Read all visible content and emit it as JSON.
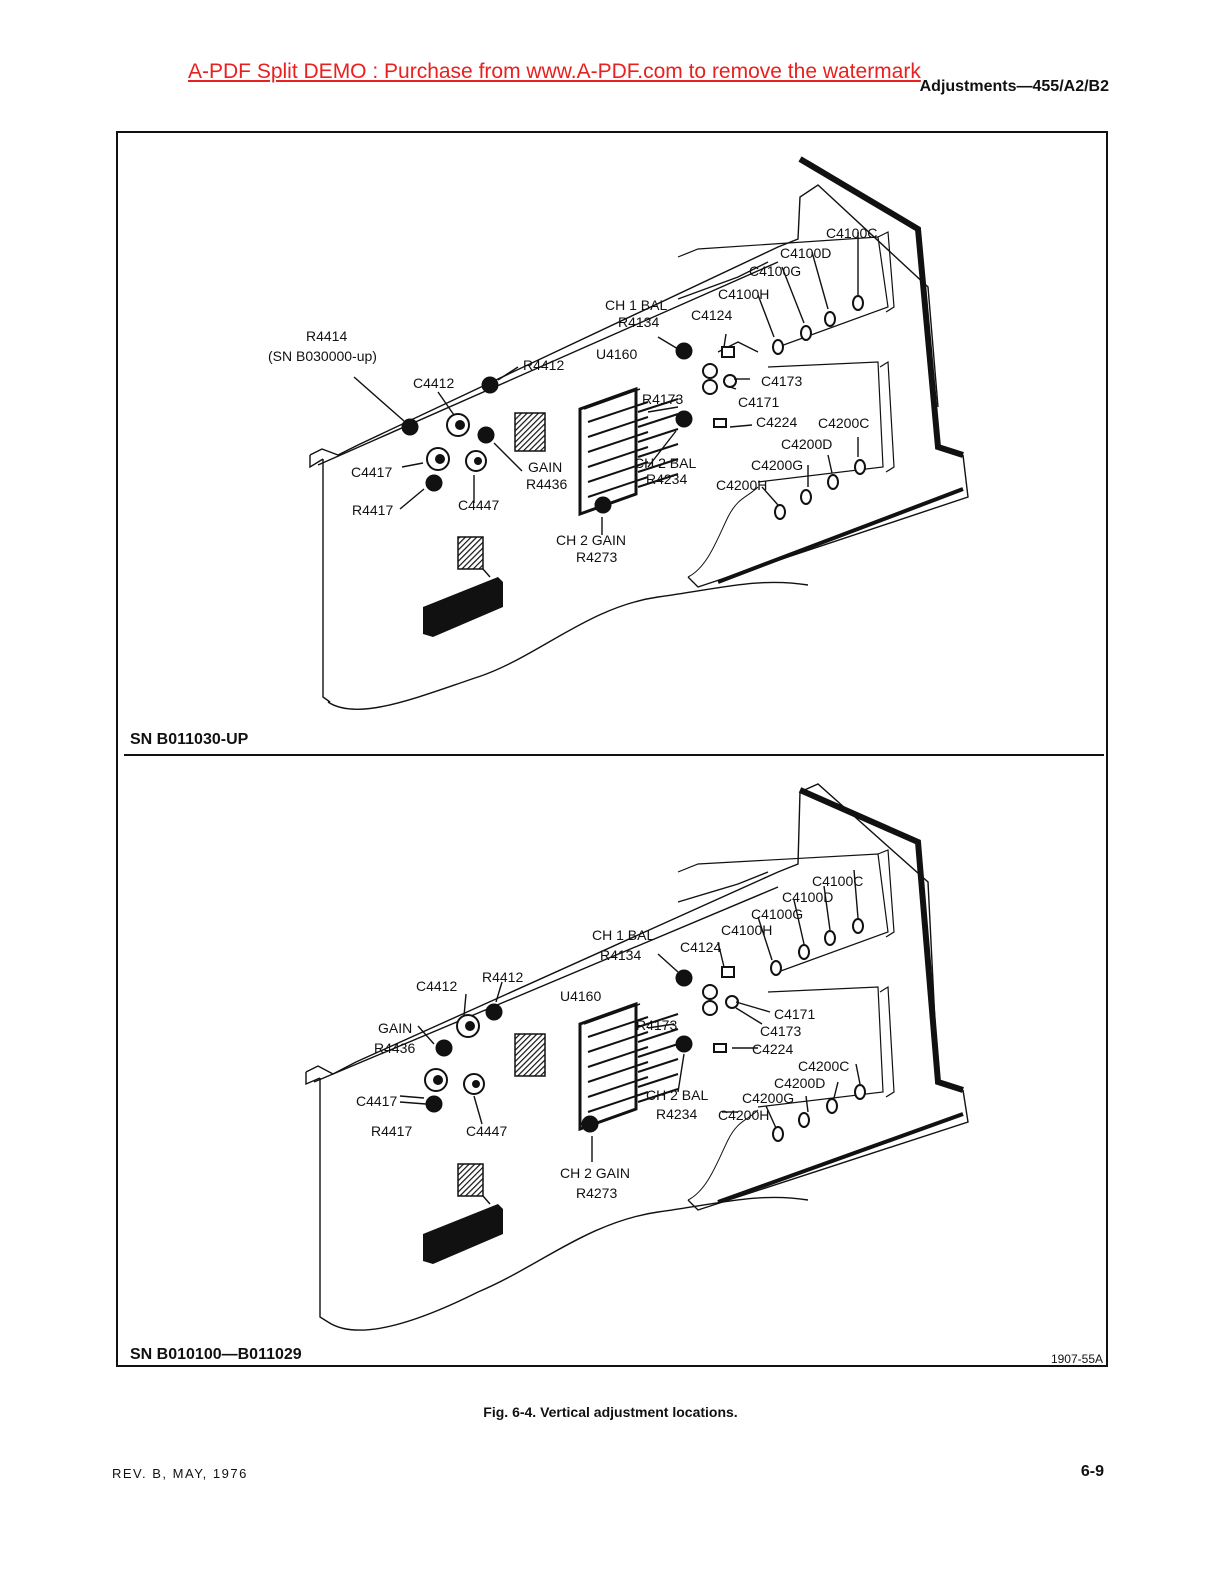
{
  "watermark": "A-PDF Split DEMO : Purchase from www.A-PDF.com to remove the watermark",
  "header": {
    "section": "Adjustments—455/A2/B2"
  },
  "panels": [
    {
      "sn": "SN B011030-UP",
      "labels": {
        "r4414": "R4414",
        "sn_note": "(SN B030000-up)",
        "c4412": "C4412",
        "r4412": "R4412",
        "u4160": "U4160",
        "ch1_bal": "CH 1 BAL",
        "r4134": "R4134",
        "c4124": "C4124",
        "c4100h": "C4100H",
        "c4100g": "C4100G",
        "c4100d": "C4100D",
        "c4100c": "C4100C",
        "c4173": "C4173",
        "r4173": "R4173",
        "c4171": "C4171",
        "c4224": "C4224",
        "c4200c": "C4200C",
        "c4200d": "C4200D",
        "c4200g": "C4200G",
        "c4200h": "C4200H",
        "ch2_bal": "CH 2 BAL",
        "r4234": "R4234",
        "gain": "GAIN",
        "r4436": "R4436",
        "c4417": "C4417",
        "r4417": "R4417",
        "c4447": "C4447",
        "ch2_gain": "CH 2 GAIN",
        "r4273": "R4273"
      }
    },
    {
      "sn": "SN B010100—B011029",
      "labels": {
        "c4412": "C4412",
        "r4412": "R4412",
        "gain": "GAIN",
        "r4436": "R4436",
        "u4160": "U4160",
        "ch1_bal": "CH 1 BAL",
        "r4134": "R4134",
        "c4124": "C4124",
        "c4100h": "C4100H",
        "c4100g": "C4100G",
        "c4100d": "C4100D",
        "c4100c": "C4100C",
        "r4173": "R4173",
        "c4171": "C4171",
        "c4173": "C4173",
        "c4224": "C4224",
        "c4200c": "C4200C",
        "c4200d": "C4200D",
        "c4200g": "C4200G",
        "c4200h": "C4200H",
        "ch2_bal": "CH 2 BAL",
        "r4234": "R4234",
        "c4417": "C4417",
        "r4417": "R4417",
        "c4447": "C4447",
        "ch2_gain": "CH 2 GAIN",
        "r4273": "R4273"
      }
    }
  ],
  "figure_number": "1907-55A",
  "caption": "Fig. 6-4.  Vertical adjustment locations.",
  "footer": {
    "revision": "REV. B, MAY, 1976",
    "page": "6-9"
  }
}
